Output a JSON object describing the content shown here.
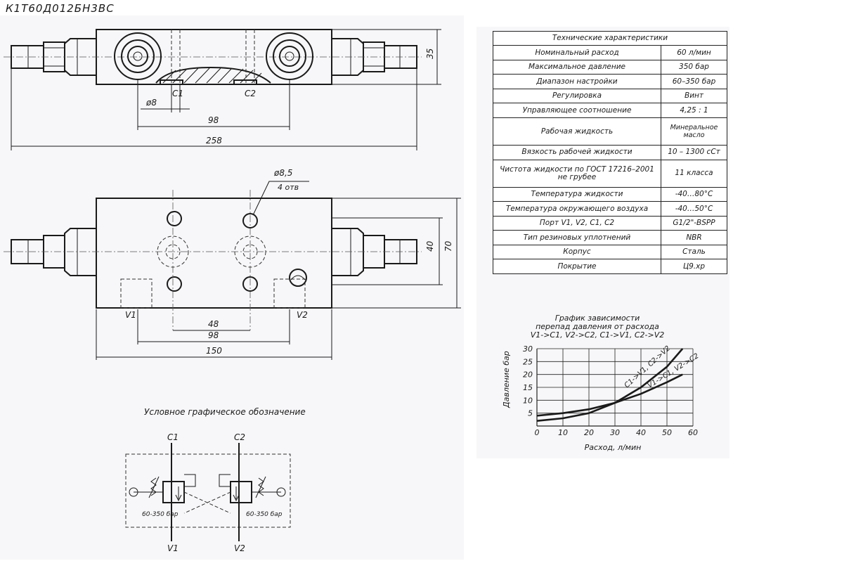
{
  "title": "К1Т60Д012БН3ВС",
  "drawing": {
    "top_view": {
      "dim_height": "35",
      "dim_bore": "ø8",
      "port_c1": "C1",
      "port_c2": "C2",
      "dim_ports_spacing": "98",
      "dim_overall_length": "258"
    },
    "front_view": {
      "hole_dia": "ø8,5",
      "hole_count": "4 отв",
      "dim_40": "40",
      "dim_70": "70",
      "dim_48": "48",
      "dim_98": "98",
      "dim_150": "150",
      "port_v1": "V1",
      "port_v2": "V2"
    },
    "schematic": {
      "caption": "Условное графическое обозначение",
      "c1": "C1",
      "c2": "C2",
      "v1": "V1",
      "v2": "V2",
      "range_left": "60-350 бар",
      "range_right": "60-350 бар"
    }
  },
  "spec_table": {
    "header": "Технические характеристики",
    "rows": [
      {
        "param": "Номинальный расход",
        "value": "60 л/мин"
      },
      {
        "param": "Максимальное давление",
        "value": "350 бар"
      },
      {
        "param": "Диапазон настройки",
        "value": "60–350 бар"
      },
      {
        "param": "Регулировка",
        "value": "Винт"
      },
      {
        "param": "Управляющее соотношение",
        "value": "4,25 : 1"
      },
      {
        "param": "Рабочая жидкость",
        "value": "Минеральное масло"
      },
      {
        "param": "Вязкость рабочей жидкости",
        "value": "10 – 1300 сСт"
      },
      {
        "param": "Чистота жидкости по ГОСТ 17216–2001 не грубее",
        "value": "11 класса"
      },
      {
        "param": "Температура жидкости",
        "value": "-40…80°C"
      },
      {
        "param": "Температура окружающего воздуха",
        "value": "-40…50°C"
      },
      {
        "param": "Порт V1, V2, C1, C2",
        "value": "G1/2\"-BSPP"
      },
      {
        "param": "Тип резиновых уплотнений",
        "value": "NBR"
      },
      {
        "param": "Корпус",
        "value": "Сталь"
      },
      {
        "param": "Покрытие",
        "value": "Ц9.хр"
      }
    ]
  },
  "graph": {
    "title_line1": "График зависимости",
    "title_line2": "перепад давления от расхода",
    "title_line3": "V1->C1, V2->C2, C1->V1, C2->V2",
    "ylabel": "Давление бар",
    "xlabel": "Расход, л/мин",
    "curve1_label": "C1->V1, C2->V2",
    "curve2_label": "V1->C1, V2->C2"
  },
  "chart_data": {
    "type": "line",
    "x": [
      0,
      10,
      20,
      30,
      40,
      50,
      56
    ],
    "series": [
      {
        "name": "C1->V1, C2->V2",
        "values": [
          2,
          3,
          5,
          9,
          15,
          23,
          30
        ]
      },
      {
        "name": "V1->C1, V2->C2",
        "values": [
          4,
          5,
          6.5,
          9,
          12.5,
          17,
          20
        ]
      }
    ],
    "xticks": [
      "0",
      "10",
      "20",
      "30",
      "40",
      "50",
      "60"
    ],
    "yticks": [
      "5",
      "10",
      "15",
      "20",
      "25",
      "30"
    ],
    "xlim": [
      0,
      60
    ],
    "ylim": [
      0,
      30
    ],
    "grid": true
  },
  "colors": {
    "line": "#1a1a1a",
    "paper": "#f7f7f9"
  }
}
